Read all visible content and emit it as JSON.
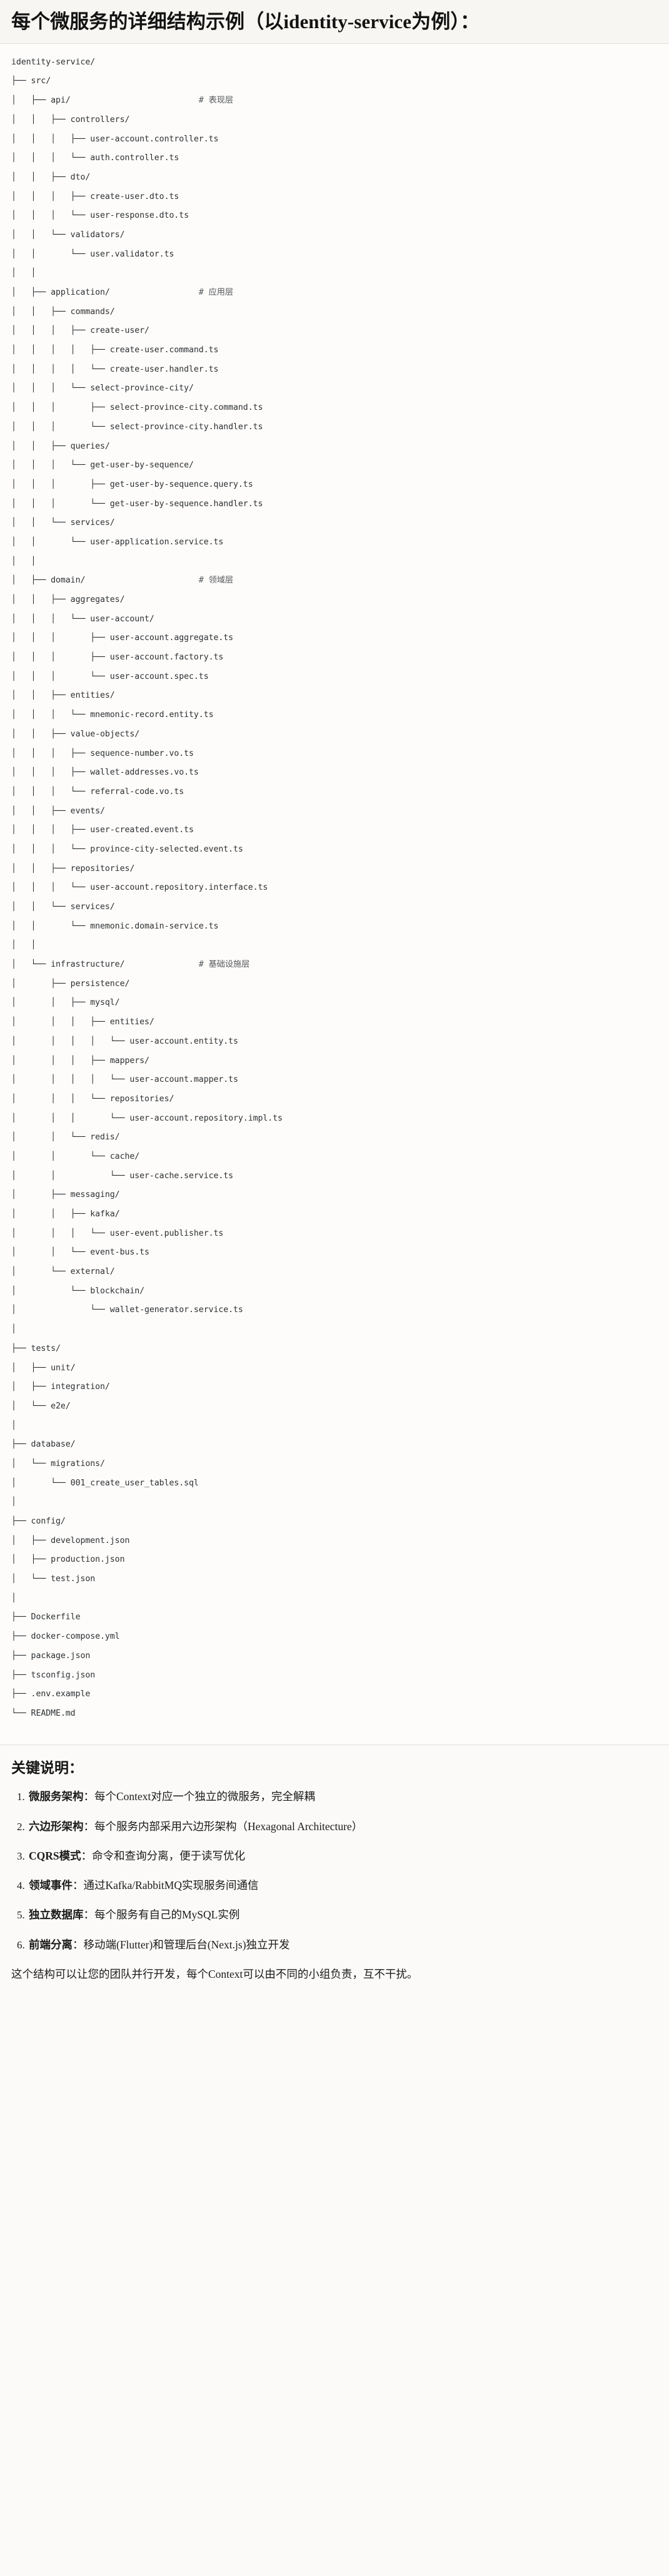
{
  "header": {
    "title": "每个微服务的详细结构示例（以identity-service为例）："
  },
  "tree": {
    "root": "identity-service/",
    "lines": [
      {
        "text": "identity-service/",
        "comment": ""
      },
      {
        "text": "├── src/",
        "comment": ""
      },
      {
        "text": "│   ├── api/",
        "comment": "# 表现层"
      },
      {
        "text": "│   │   ├── controllers/",
        "comment": ""
      },
      {
        "text": "│   │   │   ├── user-account.controller.ts",
        "comment": ""
      },
      {
        "text": "│   │   │   └── auth.controller.ts",
        "comment": ""
      },
      {
        "text": "│   │   ├── dto/",
        "comment": ""
      },
      {
        "text": "│   │   │   ├── create-user.dto.ts",
        "comment": ""
      },
      {
        "text": "│   │   │   └── user-response.dto.ts",
        "comment": ""
      },
      {
        "text": "│   │   └── validators/",
        "comment": ""
      },
      {
        "text": "│   │       └── user.validator.ts",
        "comment": ""
      },
      {
        "text": "│   │",
        "comment": ""
      },
      {
        "text": "│   ├── application/",
        "comment": "# 应用层"
      },
      {
        "text": "│   │   ├── commands/",
        "comment": ""
      },
      {
        "text": "│   │   │   ├── create-user/",
        "comment": ""
      },
      {
        "text": "│   │   │   │   ├── create-user.command.ts",
        "comment": ""
      },
      {
        "text": "│   │   │   │   └── create-user.handler.ts",
        "comment": ""
      },
      {
        "text": "│   │   │   └── select-province-city/",
        "comment": ""
      },
      {
        "text": "│   │   │       ├── select-province-city.command.ts",
        "comment": ""
      },
      {
        "text": "│   │   │       └── select-province-city.handler.ts",
        "comment": ""
      },
      {
        "text": "│   │   ├── queries/",
        "comment": ""
      },
      {
        "text": "│   │   │   └── get-user-by-sequence/",
        "comment": ""
      },
      {
        "text": "│   │   │       ├── get-user-by-sequence.query.ts",
        "comment": ""
      },
      {
        "text": "│   │   │       └── get-user-by-sequence.handler.ts",
        "comment": ""
      },
      {
        "text": "│   │   └── services/",
        "comment": ""
      },
      {
        "text": "│   │       └── user-application.service.ts",
        "comment": ""
      },
      {
        "text": "│   │",
        "comment": ""
      },
      {
        "text": "│   ├── domain/",
        "comment": "# 领域层"
      },
      {
        "text": "│   │   ├── aggregates/",
        "comment": ""
      },
      {
        "text": "│   │   │   └── user-account/",
        "comment": ""
      },
      {
        "text": "│   │   │       ├── user-account.aggregate.ts",
        "comment": ""
      },
      {
        "text": "│   │   │       ├── user-account.factory.ts",
        "comment": ""
      },
      {
        "text": "│   │   │       └── user-account.spec.ts",
        "comment": ""
      },
      {
        "text": "│   │   ├── entities/",
        "comment": ""
      },
      {
        "text": "│   │   │   └── mnemonic-record.entity.ts",
        "comment": ""
      },
      {
        "text": "│   │   ├── value-objects/",
        "comment": ""
      },
      {
        "text": "│   │   │   ├── sequence-number.vo.ts",
        "comment": ""
      },
      {
        "text": "│   │   │   ├── wallet-addresses.vo.ts",
        "comment": ""
      },
      {
        "text": "│   │   │   └── referral-code.vo.ts",
        "comment": ""
      },
      {
        "text": "│   │   ├── events/",
        "comment": ""
      },
      {
        "text": "│   │   │   ├── user-created.event.ts",
        "comment": ""
      },
      {
        "text": "│   │   │   └── province-city-selected.event.ts",
        "comment": ""
      },
      {
        "text": "│   │   ├── repositories/",
        "comment": ""
      },
      {
        "text": "│   │   │   └── user-account.repository.interface.ts",
        "comment": ""
      },
      {
        "text": "│   │   └── services/",
        "comment": ""
      },
      {
        "text": "│   │       └── mnemonic.domain-service.ts",
        "comment": ""
      },
      {
        "text": "│   │",
        "comment": ""
      },
      {
        "text": "│   └── infrastructure/",
        "comment": "# 基础设施层"
      },
      {
        "text": "│       ├── persistence/",
        "comment": ""
      },
      {
        "text": "│       │   ├── mysql/",
        "comment": ""
      },
      {
        "text": "│       │   │   ├── entities/",
        "comment": ""
      },
      {
        "text": "│       │   │   │   └── user-account.entity.ts",
        "comment": ""
      },
      {
        "text": "│       │   │   ├── mappers/",
        "comment": ""
      },
      {
        "text": "│       │   │   │   └── user-account.mapper.ts",
        "comment": ""
      },
      {
        "text": "│       │   │   └── repositories/",
        "comment": ""
      },
      {
        "text": "│       │   │       └── user-account.repository.impl.ts",
        "comment": ""
      },
      {
        "text": "│       │   └── redis/",
        "comment": ""
      },
      {
        "text": "│       │       └── cache/",
        "comment": ""
      },
      {
        "text": "│       │           └── user-cache.service.ts",
        "comment": ""
      },
      {
        "text": "│       ├── messaging/",
        "comment": ""
      },
      {
        "text": "│       │   ├── kafka/",
        "comment": ""
      },
      {
        "text": "│       │   │   └── user-event.publisher.ts",
        "comment": ""
      },
      {
        "text": "│       │   └── event-bus.ts",
        "comment": ""
      },
      {
        "text": "│       └── external/",
        "comment": ""
      },
      {
        "text": "│           └── blockchain/",
        "comment": ""
      },
      {
        "text": "│               └── wallet-generator.service.ts",
        "comment": ""
      },
      {
        "text": "│",
        "comment": ""
      },
      {
        "text": "├── tests/",
        "comment": ""
      },
      {
        "text": "│   ├── unit/",
        "comment": ""
      },
      {
        "text": "│   ├── integration/",
        "comment": ""
      },
      {
        "text": "│   └── e2e/",
        "comment": ""
      },
      {
        "text": "│",
        "comment": ""
      },
      {
        "text": "├── database/",
        "comment": ""
      },
      {
        "text": "│   └── migrations/",
        "comment": ""
      },
      {
        "text": "│       └── 001_create_user_tables.sql",
        "comment": ""
      },
      {
        "text": "│",
        "comment": ""
      },
      {
        "text": "├── config/",
        "comment": ""
      },
      {
        "text": "│   ├── development.json",
        "comment": ""
      },
      {
        "text": "│   ├── production.json",
        "comment": ""
      },
      {
        "text": "│   └── test.json",
        "comment": ""
      },
      {
        "text": "│",
        "comment": ""
      },
      {
        "text": "├── Dockerfile",
        "comment": ""
      },
      {
        "text": "├── docker-compose.yml",
        "comment": ""
      },
      {
        "text": "├── package.json",
        "comment": ""
      },
      {
        "text": "├── tsconfig.json",
        "comment": ""
      },
      {
        "text": "├── .env.example",
        "comment": ""
      },
      {
        "text": "└── README.md",
        "comment": ""
      }
    ]
  },
  "notes": {
    "title": "关键说明：",
    "items": [
      {
        "term": "微服务架构",
        "sep": "：",
        "desc": "每个Context对应一个独立的微服务，完全解耦"
      },
      {
        "term": "六边形架构",
        "sep": "：",
        "desc": "每个服务内部采用六边形架构（Hexagonal Architecture）"
      },
      {
        "term": "CQRS模式",
        "sep": "：",
        "desc": "命令和查询分离，便于读写优化"
      },
      {
        "term": "领域事件",
        "sep": "：",
        "desc": "通过Kafka/RabbitMQ实现服务间通信"
      },
      {
        "term": "独立数据库",
        "sep": "：",
        "desc": "每个服务有自己的MySQL实例"
      },
      {
        "term": "前端分离",
        "sep": "：",
        "desc": "移动端(Flutter)和管理后台(Next.js)独立开发"
      }
    ],
    "closing": "这个结构可以让您的团队并行开发，每个Context可以由不同的小组负责，互不干扰。"
  }
}
